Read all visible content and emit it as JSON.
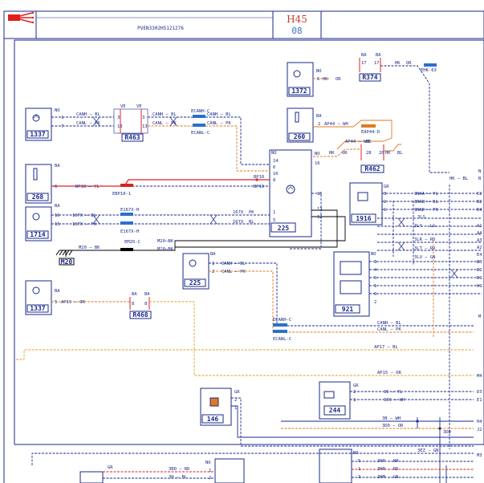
{
  "header": {
    "ref_code": "PVEN3302H5121276",
    "sheet_code": "H45",
    "sheet_number": "08"
  },
  "components": {
    "c1337a": "1337",
    "c1372": "1372",
    "r374": "R374",
    "r463": "R463",
    "c260b": "260",
    "r462": "R462",
    "c268": "268",
    "c225": "225",
    "c1916": "1916",
    "c1714": "1714",
    "m20": "M20",
    "c225b": "225",
    "c921": "921",
    "c1337b": "1337",
    "r468": "R468",
    "c146": "146",
    "c244": "244"
  },
  "labels": {
    "no": "NO",
    "ba": "BA",
    "ve": "VE",
    "gr": "GR",
    "hk": "HK",
    "or": "OR",
    "canh_bl": "CANH — BL",
    "canl_pk": "CANL — PK",
    "ecanh_c": "ECANH-C",
    "ecanl_c": "ECANL-C",
    "ehk63": "EHK-63",
    "ap44": "AP44 — WH",
    "eap44d": "EAP44-D",
    "ap44b": "AP44 — WH",
    "bp10_yl": "BP10 — YL",
    "ebp101": "EBP10-1",
    "bp10": "BP10",
    "yl": "YL",
    "n167x_bl": "167X — BL",
    "n167x_pk": "167X — PK",
    "e167xh": "E167X-H",
    "e167xb": "E167X-H",
    "n167x": "167X",
    "pk": "PK",
    "bl": "BL",
    "m20_bk": "M20 — BK",
    "em20c": "EM20-C",
    "m20bk": "M20—BK",
    "canh": "CANH — BL",
    "canl": "CANL — PK",
    "ap15": "AP15 — OR",
    "ap17": "AP17 — BL",
    "ap15b": "AP15 — OR",
    "n3naa_yl": "3NAA — YL",
    "n3nab_bl": "3NAB — BL",
    "n3nad_pk": "3NAD — PK",
    "n3ls": "3LS",
    "n3ly": "3LY — LG",
    "n3lr": "3LR — RD",
    "n3lt": "3LT — RD",
    "n3lu": "3LU — GN",
    "n3c": "3C — YL",
    "n3jc": "3JC — WH",
    "n3b": "3B — WH",
    "n3dd": "3DD — OR",
    "n3dd2": "3DD",
    "n3ez": "3EZ — GN",
    "n3bd": "3BD — RD",
    "n3h": "3H — BL",
    "n3gr": "GR",
    "n3hp": "3HP — WH",
    "n3hn": "3HN — RD",
    "n3hm": "3HM — GN",
    "hk_bl": "HK — BL",
    "n": "N",
    "m": "M",
    "p1": "1",
    "p2": "2",
    "p3": "3",
    "p4": "4",
    "p5": "5",
    "p6": "6",
    "p7": "7",
    "p8": "8",
    "p12": "12",
    "p13": "13",
    "p14": "14",
    "p15": "15",
    "p16": "16",
    "p17": "17",
    "p20": "20",
    "p28": "28",
    "rc2": "C2",
    "rb2": "B2",
    "rd4": "D4",
    "ra1": "A1",
    "ra4": "A4",
    "ra3": "A3",
    "ra2": "A2",
    "re4": "E4",
    "rb3": "B3",
    "re2": "E2",
    "rd1": "D1",
    "rh1": "H1",
    "rm4": "M4",
    "rd3": "D3",
    "re1": "E1",
    "rh4": "H4",
    "rj2": "J2",
    "rm3": "M3",
    "rb": "B"
  }
}
